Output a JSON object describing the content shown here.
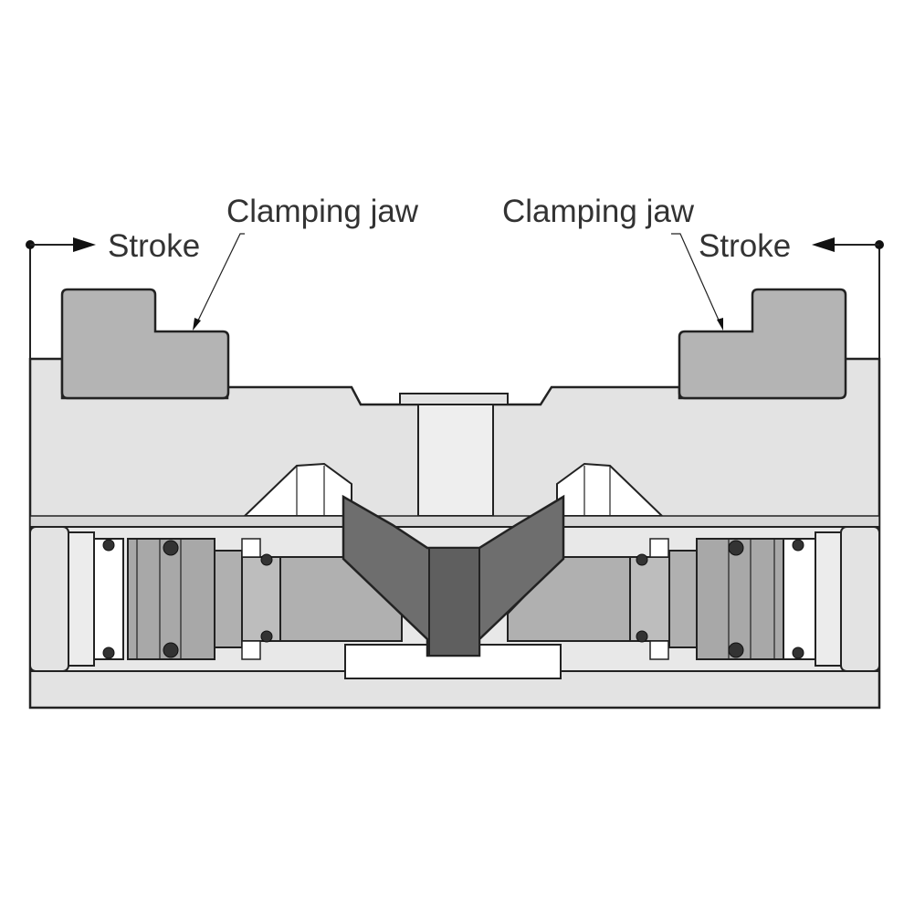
{
  "labels": {
    "left_jaw": "Clamping jaw",
    "right_jaw": "Clamping jaw",
    "left_stroke": "Stroke",
    "right_stroke": "Stroke"
  },
  "colors": {
    "body": "#e3e3e3",
    "jaw": "#b4b4b4",
    "piston": "#b0b0b0",
    "wedge": "#6e6e6e",
    "wedge_center": "#5f5f5f",
    "white_part": "#ffffff",
    "seal": "#333333"
  }
}
